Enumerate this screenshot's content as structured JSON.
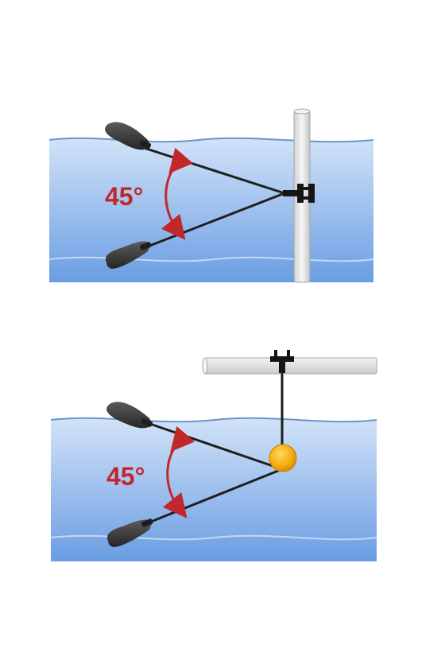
{
  "diagrams": [
    {
      "id": "pole-mounted",
      "angle_label": "45°",
      "mount": "vertical-pole"
    },
    {
      "id": "beam-mounted-with-float",
      "angle_label": "45°",
      "mount": "horizontal-beam"
    }
  ],
  "colors": {
    "water_top": "#c9dcf6",
    "water_bottom": "#5f93df",
    "wave_line": "#8fb2e6",
    "angle": "#c0282b",
    "cable": "#222222",
    "float_switch": "#3a3a3a",
    "pole": "#e9eaeb",
    "pole_stroke": "#9a9a9a",
    "bracket": "#111111",
    "ball": "#f5b010",
    "ball_stroke": "#c47c00"
  },
  "icons": [
    "float-switch-icon",
    "angle-arc-icon",
    "mounting-bracket-icon",
    "weight-ball-icon"
  ]
}
